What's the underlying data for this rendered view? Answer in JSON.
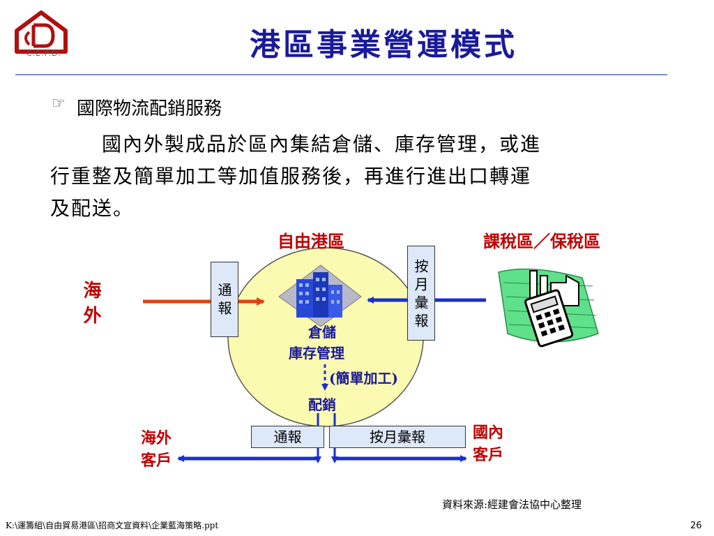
{
  "header": {
    "logo_text": "C.E.P.D.",
    "title": "港區事業營運模式"
  },
  "body": {
    "bullet_icon": "pointing-hand-icon",
    "bullet_text": "國際物流配銷服務",
    "paragraph_line1": "國內外製成品於區內集結倉儲、庫存管理，或進",
    "paragraph_line2": "行重整及簡單加工等加值服務後，再進行進出口轉運",
    "paragraph_line3": "及配送。"
  },
  "diagram": {
    "free_port_label": "自由港區",
    "taxed_zone_label": "課稅區／保稅區",
    "overseas_label": "海外",
    "notify_left": "通報",
    "monthly_report_right": "按月彙報",
    "center_line1": "倉儲",
    "center_line2": "庫存管理",
    "center_line3": "(簡單加工)",
    "distribution": "配銷",
    "bottom_notify": "通報",
    "bottom_monthly": "按月彙報",
    "overseas_customer": "海外客戶",
    "domestic_customer": "國內客戶",
    "colors": {
      "title": "#1a1a9a",
      "red": "#c00000",
      "blue_arrow": "#1a2fd0",
      "orange_arrow": "#e04010",
      "circle_fill": "#fafab0",
      "box_fill": "#dde8f8"
    }
  },
  "footer": {
    "source": "資料來源:經建會法協中心整理",
    "path": "K:\\運籌組\\自由貿易港區\\招商文宣資料\\企業藍海策略.ppt",
    "page_number": "26"
  }
}
